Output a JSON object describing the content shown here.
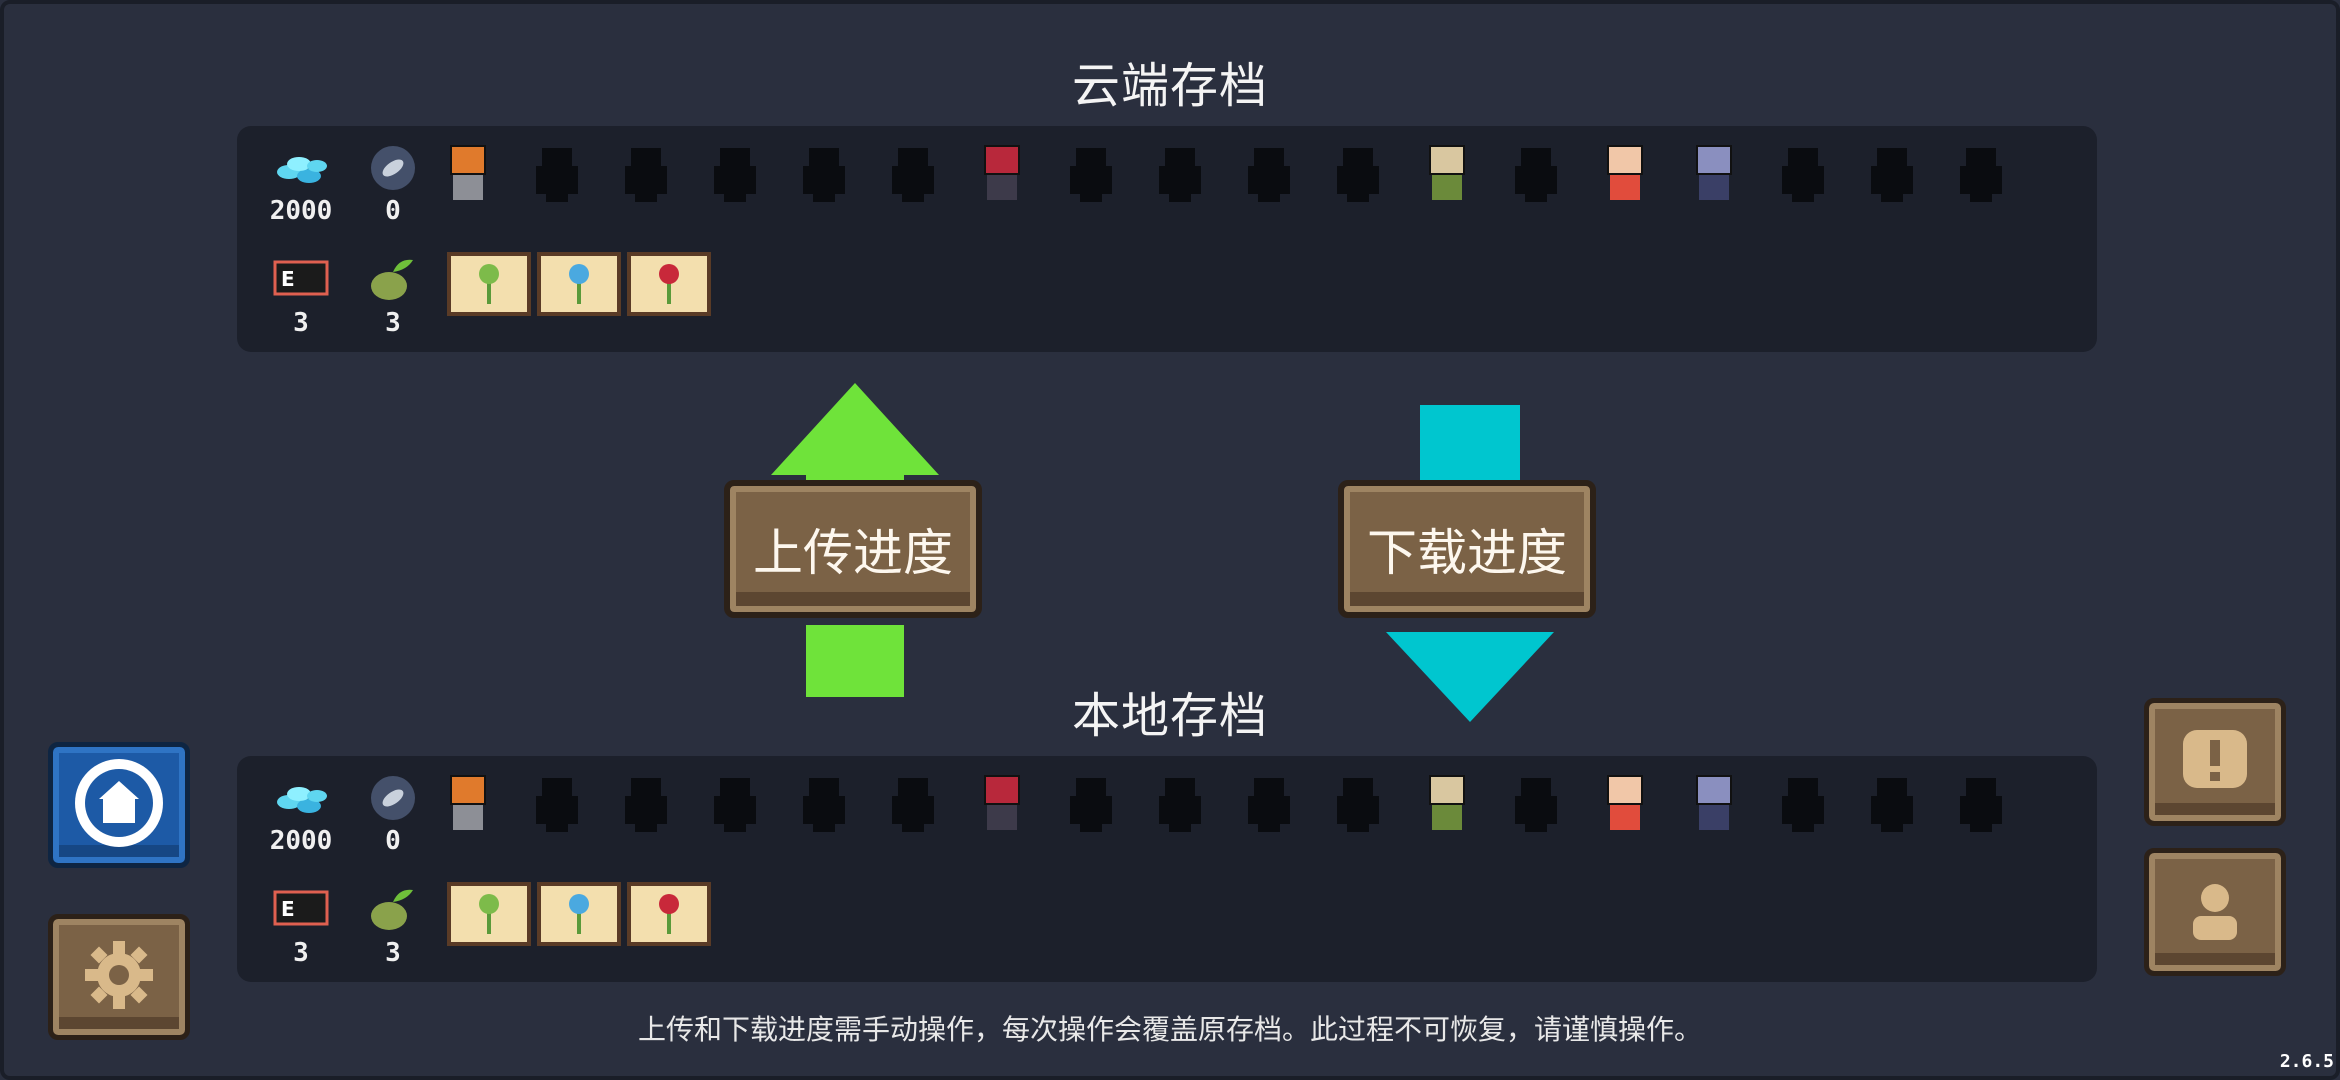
{
  "cloud": {
    "title": "云端存档",
    "gems": "2000",
    "fish": "0",
    "cards": "3",
    "seeds": "3"
  },
  "local": {
    "title": "本地存档",
    "gems": "2000",
    "fish": "0",
    "cards": "3",
    "seeds": "3"
  },
  "buttons": {
    "upload": "上传进度",
    "download": "下载进度"
  },
  "characters": [
    {
      "name": "knight-icon",
      "unlocked": true
    },
    {
      "name": "locked-character-icon",
      "unlocked": false
    },
    {
      "name": "locked-character-icon",
      "unlocked": false
    },
    {
      "name": "locked-character-icon",
      "unlocked": false
    },
    {
      "name": "locked-character-icon",
      "unlocked": false
    },
    {
      "name": "locked-character-icon",
      "unlocked": false
    },
    {
      "name": "vampire-icon",
      "unlocked": true
    },
    {
      "name": "locked-character-icon",
      "unlocked": false
    },
    {
      "name": "locked-character-icon",
      "unlocked": false
    },
    {
      "name": "locked-character-icon",
      "unlocked": false
    },
    {
      "name": "locked-character-icon",
      "unlocked": false
    },
    {
      "name": "druid-icon",
      "unlocked": true
    },
    {
      "name": "locked-character-icon",
      "unlocked": false
    },
    {
      "name": "berserker-icon",
      "unlocked": true
    },
    {
      "name": "werewolf-icon",
      "unlocked": true
    },
    {
      "name": "locked-character-icon",
      "unlocked": false
    },
    {
      "name": "locked-character-icon",
      "unlocked": false
    },
    {
      "name": "locked-character-icon",
      "unlocked": false
    }
  ],
  "plants": [
    "grass-plant-icon",
    "blue-flower-icon",
    "red-flower-icon"
  ],
  "notice": "上传和下载进度需手动操作，每次操作会覆盖原存档。此过程不可恢复，请谨慎操作。",
  "version": "2.6.5",
  "colors": {
    "background": "#2a2f3e",
    "panel": "#1c202b",
    "upload_arrow": "#6fe33a",
    "download_arrow": "#00c6cf",
    "button_wood": "#7b6246"
  }
}
